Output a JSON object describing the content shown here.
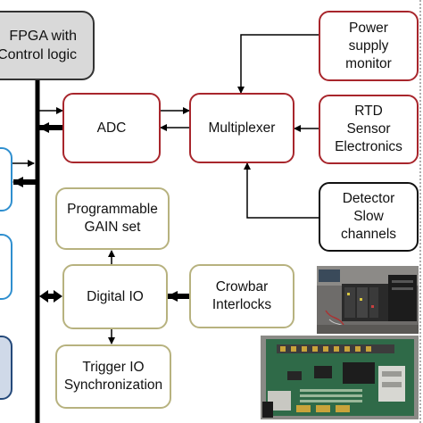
{
  "blocks": {
    "fpga": [
      "FPGA with",
      "Control logic"
    ],
    "adc": "ADC",
    "multiplexer": "Multiplexer",
    "power": [
      "Power",
      "supply",
      "monitor"
    ],
    "rtd": [
      "RTD",
      "Sensor",
      "Electronics"
    ],
    "detector": [
      "Detector",
      "Slow",
      "channels"
    ],
    "gain": [
      "Programmable",
      "GAIN set"
    ],
    "digitalio": "Digital IO",
    "crowbar": [
      "Crowbar",
      "Interlocks"
    ],
    "trigger": [
      "Trigger IO",
      "Synchronization"
    ]
  },
  "colors": {
    "red_border": "#a8262c",
    "olive_border": "#b7b27f",
    "blue_border": "#2f8fcf",
    "navy_border": "#24497a"
  }
}
